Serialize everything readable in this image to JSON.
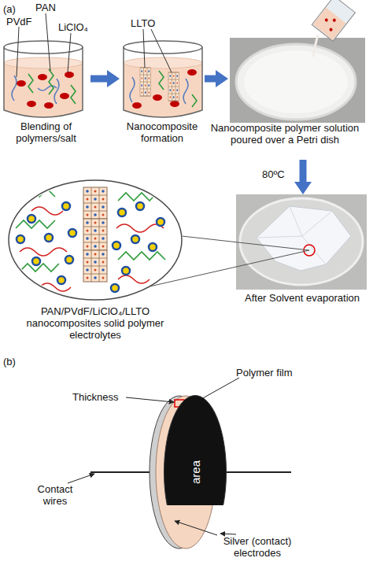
{
  "diagram": {
    "nodes": [
      {
        "text": [
          "Blending of polymers/salt"
        ]
      },
      {
        "text": [
          "Nanocomposite formation"
        ]
      },
      {
        "text": [
          "Nanocomposite polymer solution poured over a Petri dish"
        ]
      },
      {
        "text": [
          "After Solvent evaporation"
        ]
      },
      {
        "text": [
          "PAN/PVdF/LiClO₄/LLTO nanocomposites solid polymer electrolytes"
        ]
      },
      {
        "text": [
          "area"
        ]
      }
    ],
    "edges": [
      {
        "from": 0,
        "to": 1,
        "arrow": "to"
      },
      {
        "from": 1,
        "to": 2,
        "arrow": "to"
      },
      {
        "from": 2,
        "to": 3,
        "label": "80ºC",
        "arrow": "to"
      },
      {
        "from": 3,
        "to": 4,
        "arrow": "none"
      }
    ],
    "labels": [
      "(a)",
      "PVdF",
      "PAN",
      "LiClO₄",
      "LLTO",
      "(b)",
      "Thickness",
      "Polymer film",
      "Contact wires",
      "Silver (contact) electrodes"
    ]
  }
}
